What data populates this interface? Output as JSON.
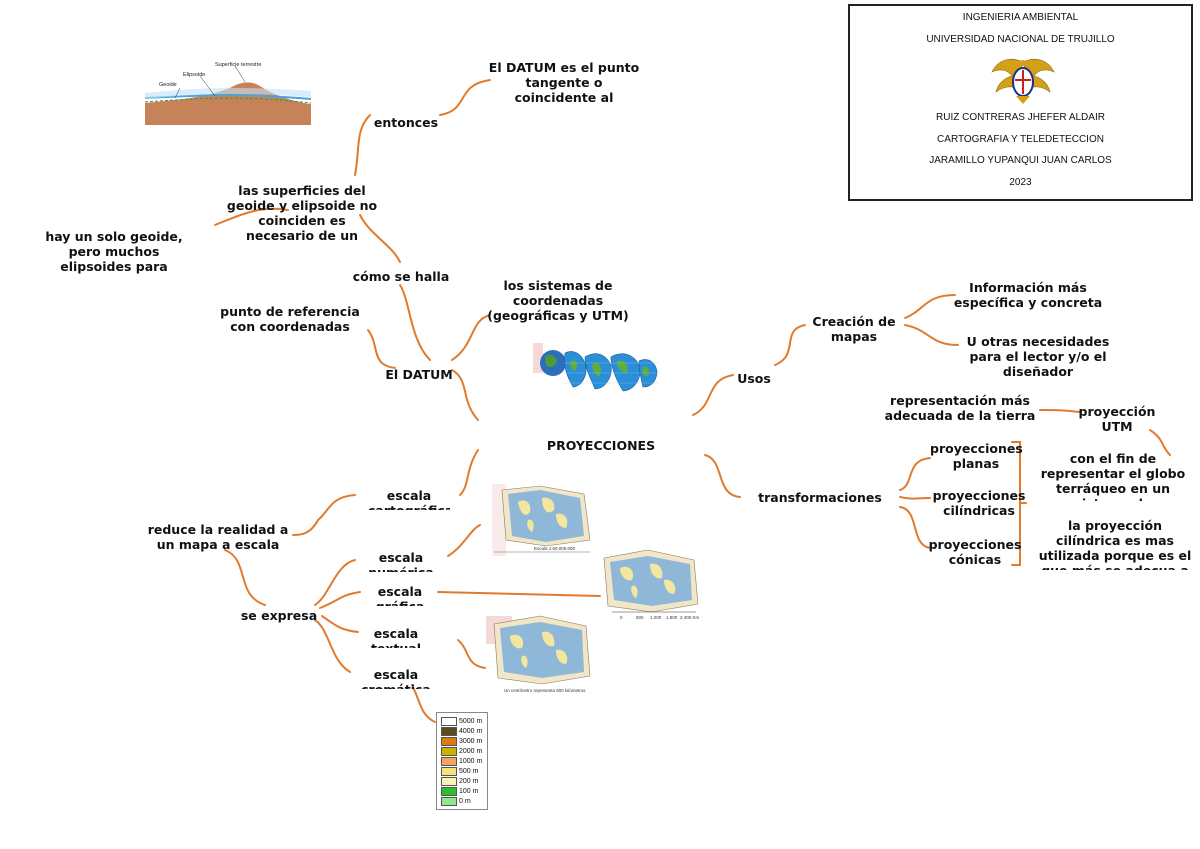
{
  "info": {
    "line1": "INGENIERIA AMBIENTAL",
    "line2": "UNIVERSIDAD NACIONAL DE TRUJILLO",
    "line3": "RUIZ CONTRERAS JHEFER ALDAIR",
    "line4": "CARTOGRAFIA Y TELEDETECCION",
    "line5": "JARAMILLO YUPANQUI JUAN CARLOS",
    "line6": "2023"
  },
  "nodes": {
    "center": "PROYECCIONES CARTOGRAFICAS",
    "datum": "El DATUM",
    "datum_def": "El DATUM es el punto tangente o coincidente al elipsoide y al geoide",
    "entonces": "entonces",
    "superficies": "las superficies del geoide y elipsoide no coinciden es necesario de un punto de fijación (DATUM)",
    "geoide": "hay un solo geoide, pero muchos elipsoides para adecuarse a cada territorio",
    "como_halla": "cómo se halla el",
    "punto_ref": "punto de referencia con coordenadas conocidas",
    "sistemas": "los sistemas de coordenadas (geográficas y UTM) necesitan de este punto",
    "usos": "Usos",
    "creacion": "Creación de mapas",
    "info_especifica": "Información más específica y concreta",
    "otras_necesidades": "U otras necesidades para el lector y/o el diseñador",
    "transformaciones": "transformaciones matemáticas",
    "representacion": "representación más adecuada de la tierra al plano catografico",
    "proy_utm": "proyección UTM",
    "proy_planas": "proyecciones planas",
    "proy_cilindricas": "proyecciones cilíndricas",
    "proy_conicas": "proyecciones cónicas",
    "fin_representar": "con el fin de representar el globo terráqueo en un sistema de coordenadas planas",
    "cilindrica_utilizada": "la proyección cilíndrica es mas utilizada porque es el que más se adecua a los territorios",
    "escala_cartografica": "escala cartográfica",
    "reduce": "reduce la realidad a un mapa a escala",
    "se_expresa": "se expresa en:",
    "escala_numerica": "escala numérica",
    "escala_grafica": "escala gráfica",
    "escala_textual": "escala textual",
    "escala_cromatica": "escala cromática"
  },
  "images": {
    "geoid_labels": {
      "superficie": "Superficie terrestre",
      "elipsoide": "Elipsoide",
      "geoide": "Geoide"
    },
    "map_numeric_caption": "Escala 1:60.000.000",
    "map_graphic_ticks": [
      "0",
      "600",
      "1.200",
      "1.800",
      "2.400 Km"
    ],
    "map_textual_caption": "Un centímetro representa 600 kilómetros"
  },
  "legend": [
    {
      "label": "5000 m",
      "color": "#ffffff"
    },
    {
      "label": "4000 m",
      "color": "#5c4a1e"
    },
    {
      "label": "3000 m",
      "color": "#e07a10"
    },
    {
      "label": "2000 m",
      "color": "#c8b400"
    },
    {
      "label": "1000 m",
      "color": "#f4a460"
    },
    {
      "label": "500 m",
      "color": "#f7e27a"
    },
    {
      "label": "200 m",
      "color": "#fbf3b0"
    },
    {
      "label": "100 m",
      "color": "#2ebd2e"
    },
    {
      "label": "0 m",
      "color": "#8ee88e"
    }
  ],
  "colors": {
    "connector": "#e07b2e",
    "bracket": "#e07b2e"
  }
}
